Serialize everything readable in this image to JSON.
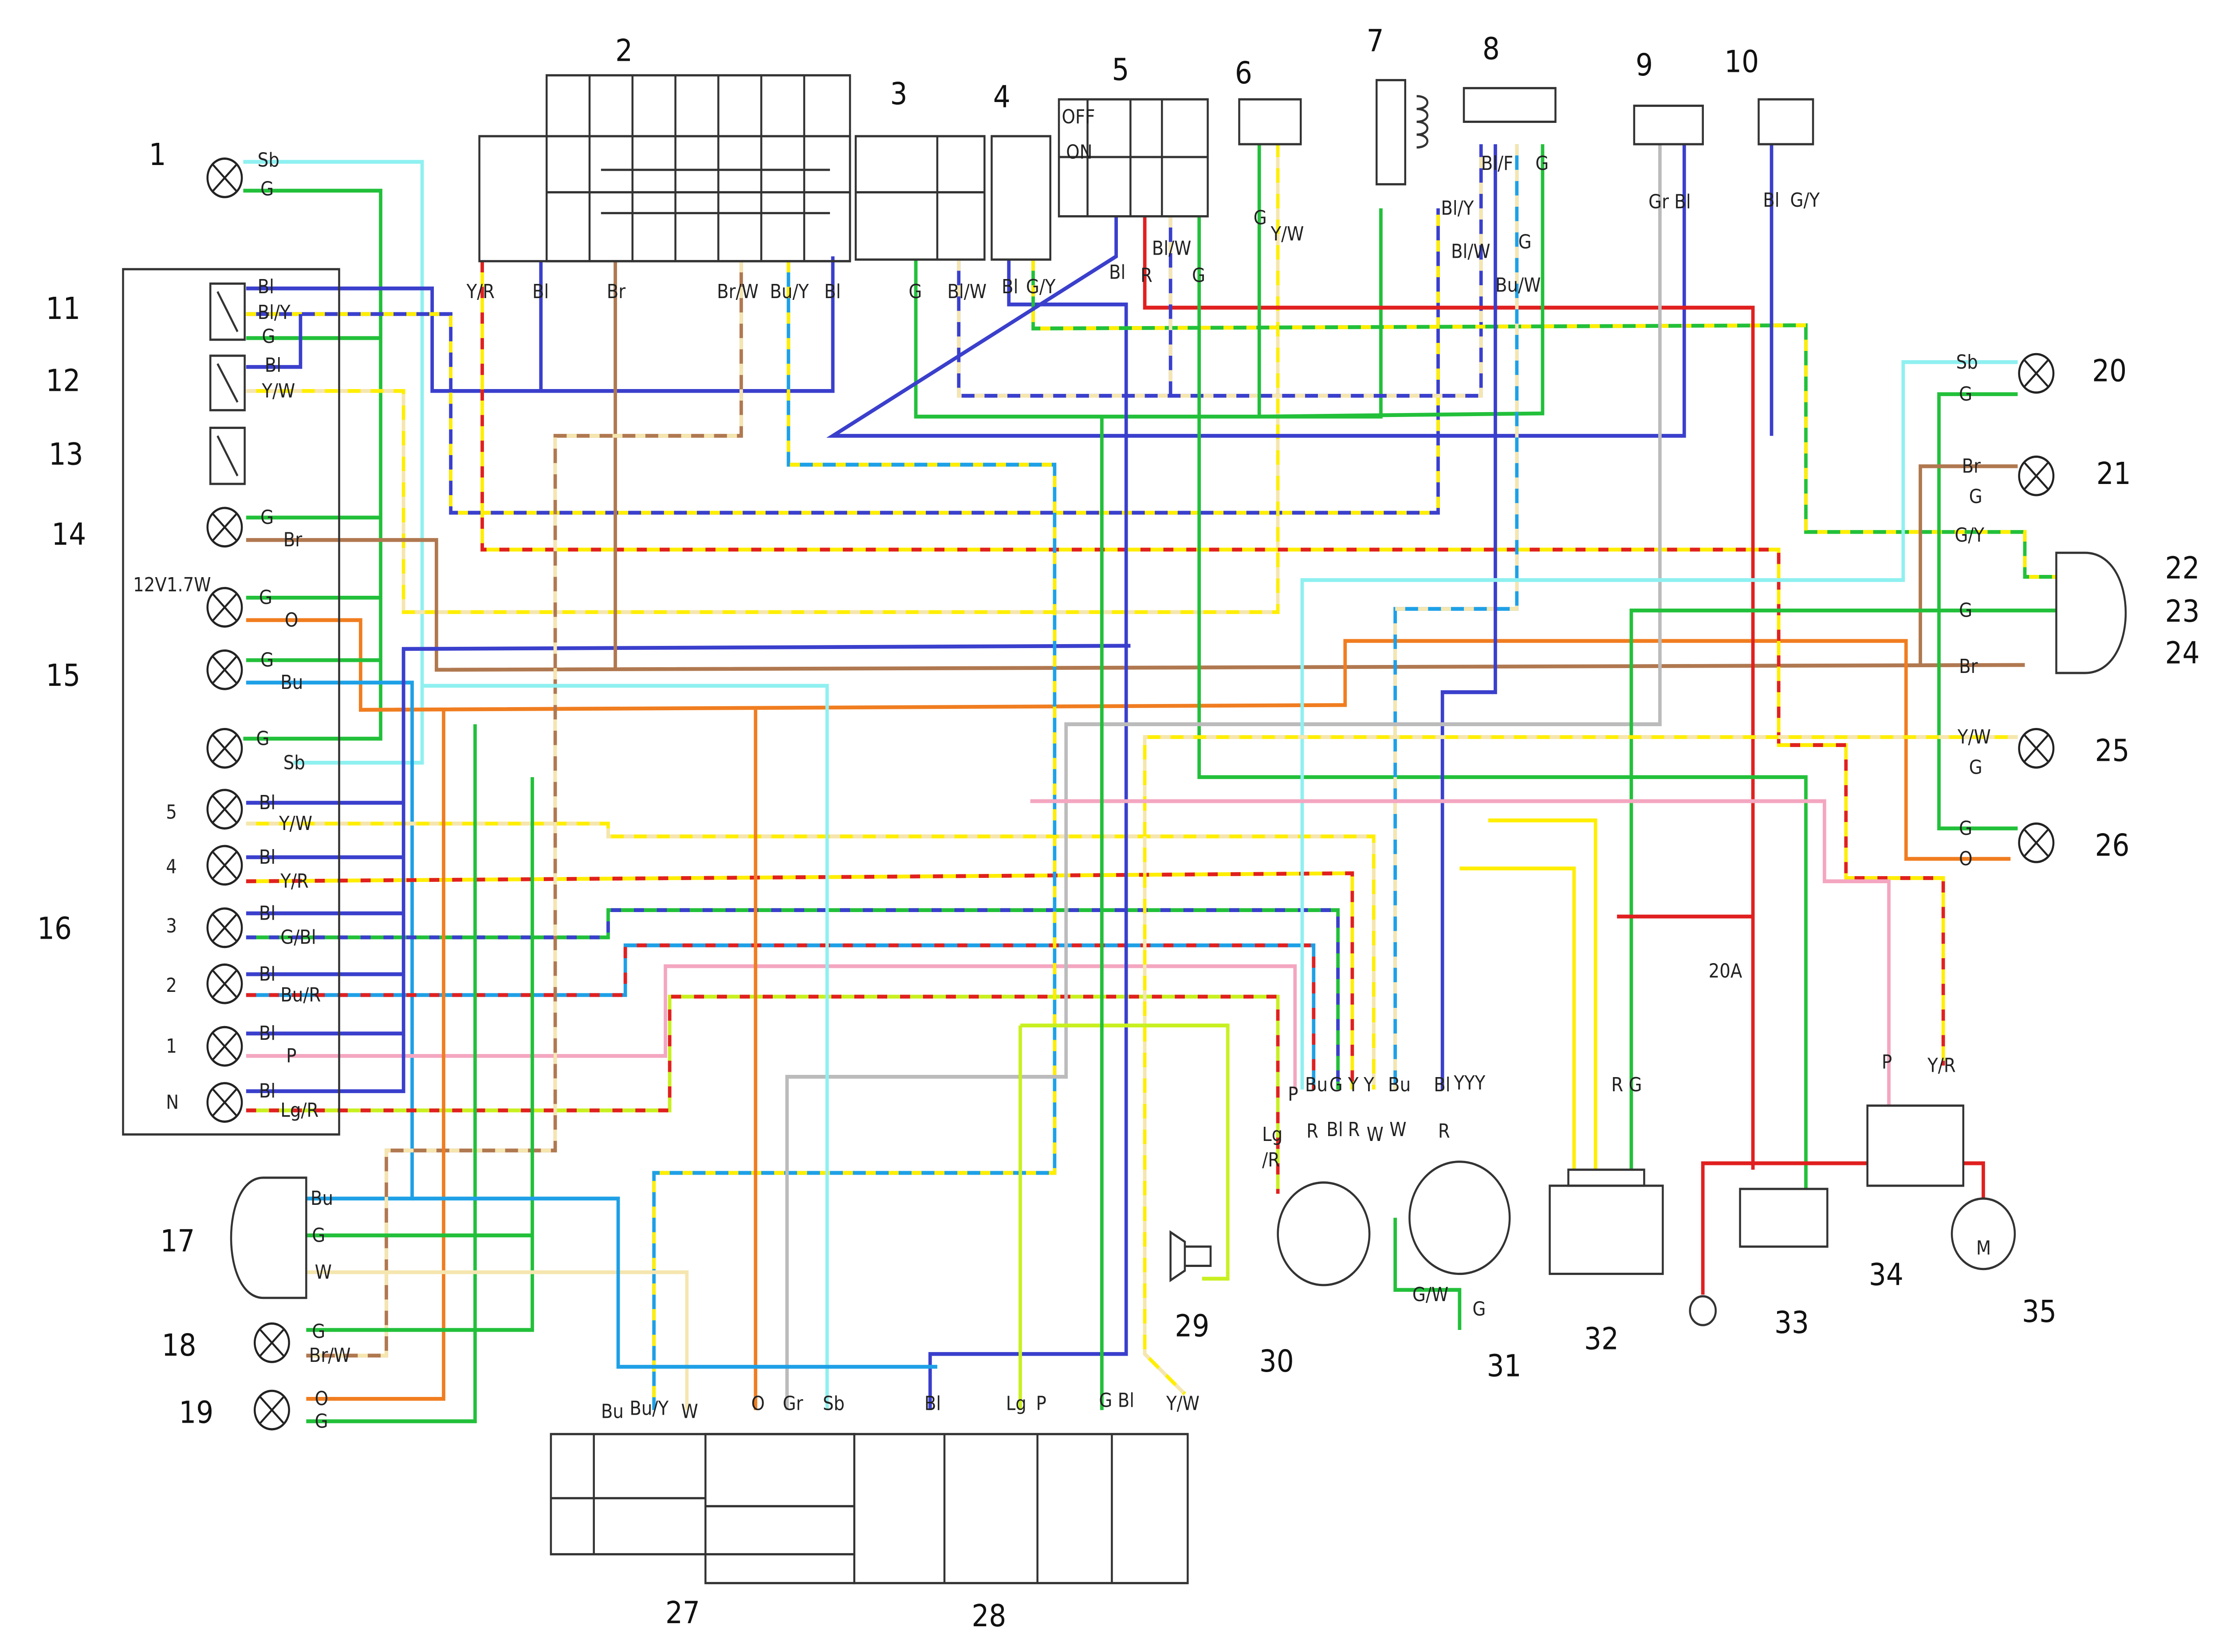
{
  "colors": {
    "G": "#22c03a",
    "Bl": "#3a3fcc",
    "Sb": "#8ff0f0",
    "Bu": "#1ea0e6",
    "Br": "#b07850",
    "O": "#f07d20",
    "Y": "#ffee00",
    "R": "#e02020",
    "P": "#f4a6c0",
    "Lg": "#c8f020",
    "Gr": "#bbbbbb",
    "W": "#f5e6b0",
    "white": "#ffffff"
  },
  "component_numbers": [
    "1",
    "2",
    "3",
    "4",
    "5",
    "6",
    "7",
    "8",
    "9",
    "10",
    "11",
    "12",
    "13",
    "14",
    "15",
    "16",
    "17",
    "18",
    "19",
    "20",
    "21",
    "22",
    "23",
    "24",
    "25",
    "26",
    "27",
    "28",
    "29",
    "30",
    "31",
    "32",
    "33",
    "34",
    "35"
  ],
  "wire_labels": [
    "Sb",
    "G",
    "Bl",
    "Bl/Y",
    "G",
    "Bl",
    "Y/W",
    "G",
    "Br",
    "12V1.7W",
    "G",
    "O",
    "G",
    "Bu",
    "G",
    "Sb",
    "5",
    "Bl",
    "Y/W",
    "4",
    "Bl",
    "Y/R",
    "3",
    "Bl",
    "G/Bl",
    "2",
    "Bl",
    "Bu/R",
    "1",
    "Bl",
    "P",
    "N",
    "Bl",
    "Lg/R",
    "Y/R",
    "Bl",
    "Br",
    "Br/W",
    "Bu/Y",
    "Bl",
    "G",
    "Bl/W",
    "Bl",
    "G/Y",
    "Bl",
    "R",
    "Bl/W",
    "G",
    "G",
    "Y/W",
    "Bl/Y",
    "Bl/W",
    "Bl/F",
    "G",
    "G",
    "Bu/W",
    "Gr Bl",
    "Bl",
    "G/Y",
    "Sb",
    "G",
    "Br",
    "G",
    "G/Y",
    "G",
    "Br",
    "Y/W",
    "G",
    "G",
    "O",
    "20A",
    "P",
    "Bu",
    "G",
    "Y",
    "Y",
    "Bu",
    "Bl",
    "YYY",
    "Lg",
    "/R",
    "R",
    "Bl",
    "R",
    "W",
    "W",
    "R",
    "G/W",
    "G",
    "R G",
    "P",
    "Y/R",
    "Bu",
    "G",
    "W",
    "G",
    "Br/W",
    "O",
    "G",
    "Bu",
    "Bu/Y",
    "W",
    "O",
    "Gr",
    "Sb",
    "Bl",
    "Lg",
    "P",
    "G Bl",
    "Y/W",
    "M",
    "OFF",
    "ON"
  ]
}
